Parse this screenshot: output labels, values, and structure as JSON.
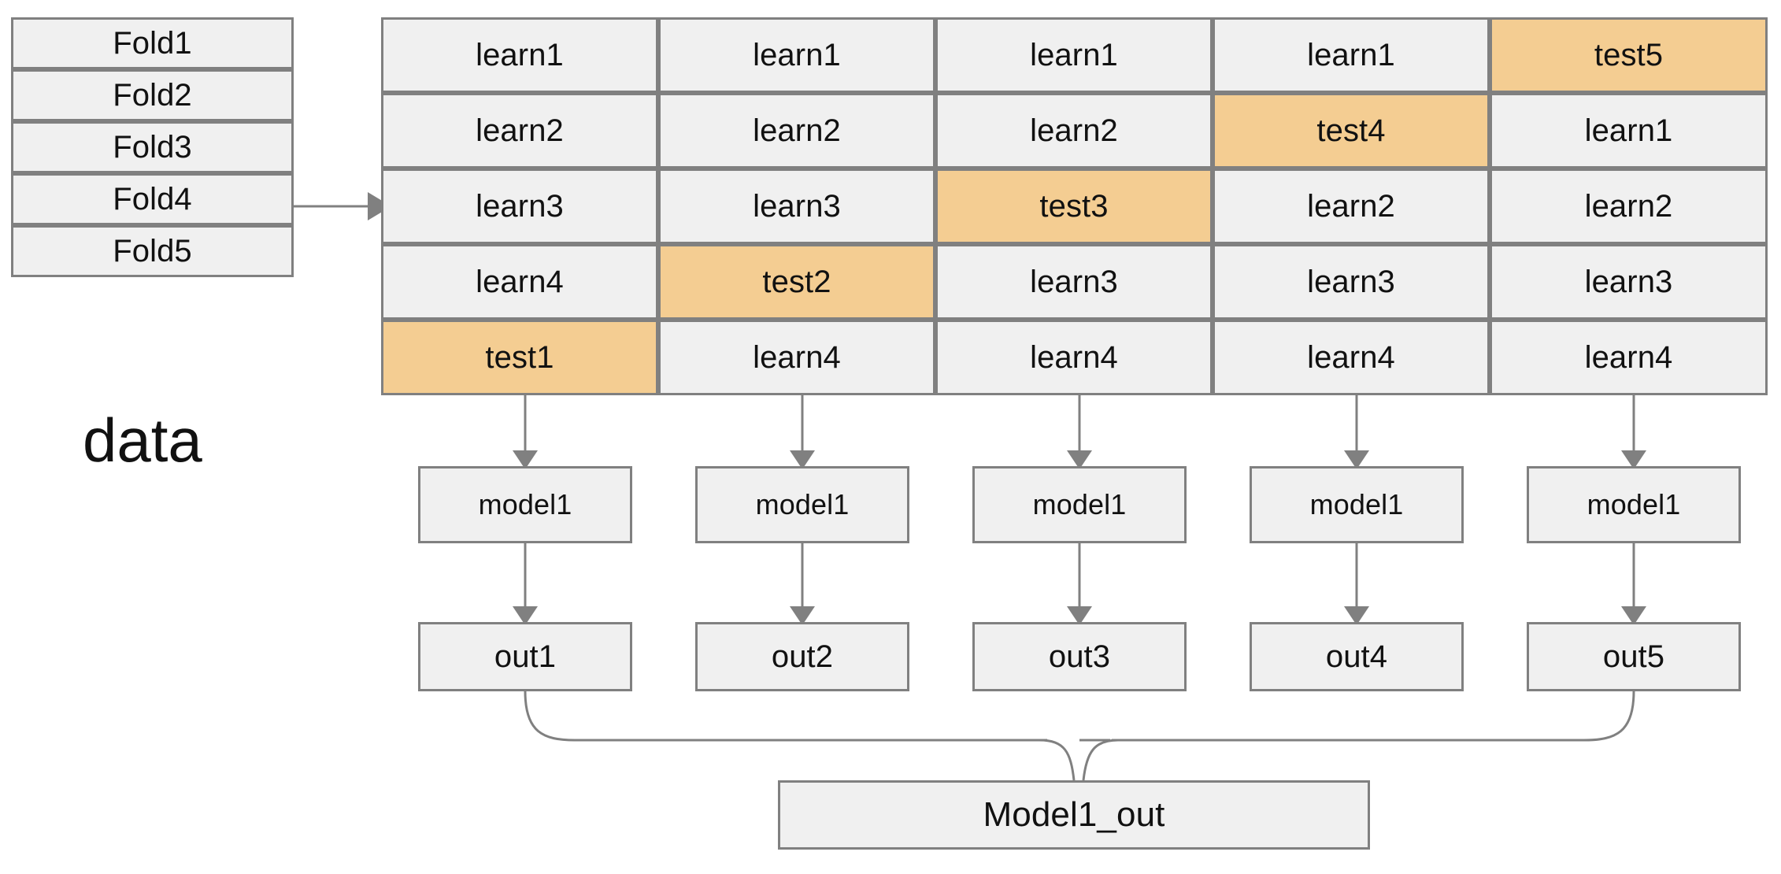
{
  "diagram": {
    "title_label": "data",
    "colors": {
      "cell_fill": "#f0f0f0",
      "cell_border": "#808080",
      "test_fill": "#f4cd92",
      "arrow": "#808080",
      "text": "#111111"
    },
    "folds": [
      {
        "label": "Fold1"
      },
      {
        "label": "Fold2"
      },
      {
        "label": "Fold3"
      },
      {
        "label": "Fold4"
      },
      {
        "label": "Fold5"
      }
    ],
    "grid": {
      "rows": 5,
      "columns": 5,
      "cells": [
        [
          {
            "label": "learn1",
            "kind": "learn"
          },
          {
            "label": "learn1",
            "kind": "learn"
          },
          {
            "label": "learn1",
            "kind": "learn"
          },
          {
            "label": "learn1",
            "kind": "learn"
          },
          {
            "label": "test5",
            "kind": "test"
          }
        ],
        [
          {
            "label": "learn2",
            "kind": "learn"
          },
          {
            "label": "learn2",
            "kind": "learn"
          },
          {
            "label": "learn2",
            "kind": "learn"
          },
          {
            "label": "test4",
            "kind": "test"
          },
          {
            "label": "learn1",
            "kind": "learn"
          }
        ],
        [
          {
            "label": "learn3",
            "kind": "learn"
          },
          {
            "label": "learn3",
            "kind": "learn"
          },
          {
            "label": "test3",
            "kind": "test"
          },
          {
            "label": "learn2",
            "kind": "learn"
          },
          {
            "label": "learn2",
            "kind": "learn"
          }
        ],
        [
          {
            "label": "learn4",
            "kind": "learn"
          },
          {
            "label": "test2",
            "kind": "test"
          },
          {
            "label": "learn3",
            "kind": "learn"
          },
          {
            "label": "learn3",
            "kind": "learn"
          },
          {
            "label": "learn3",
            "kind": "learn"
          }
        ],
        [
          {
            "label": "test1",
            "kind": "test"
          },
          {
            "label": "learn4",
            "kind": "learn"
          },
          {
            "label": "learn4",
            "kind": "learn"
          },
          {
            "label": "learn4",
            "kind": "learn"
          },
          {
            "label": "learn4",
            "kind": "learn"
          }
        ]
      ]
    },
    "models": [
      {
        "label": "model1"
      },
      {
        "label": "model1"
      },
      {
        "label": "model1"
      },
      {
        "label": "model1"
      },
      {
        "label": "model1"
      }
    ],
    "outputs": [
      {
        "label": "out1"
      },
      {
        "label": "out2"
      },
      {
        "label": "out3"
      },
      {
        "label": "out4"
      },
      {
        "label": "out5"
      }
    ],
    "final_output": {
      "label": "Model1_out"
    }
  }
}
